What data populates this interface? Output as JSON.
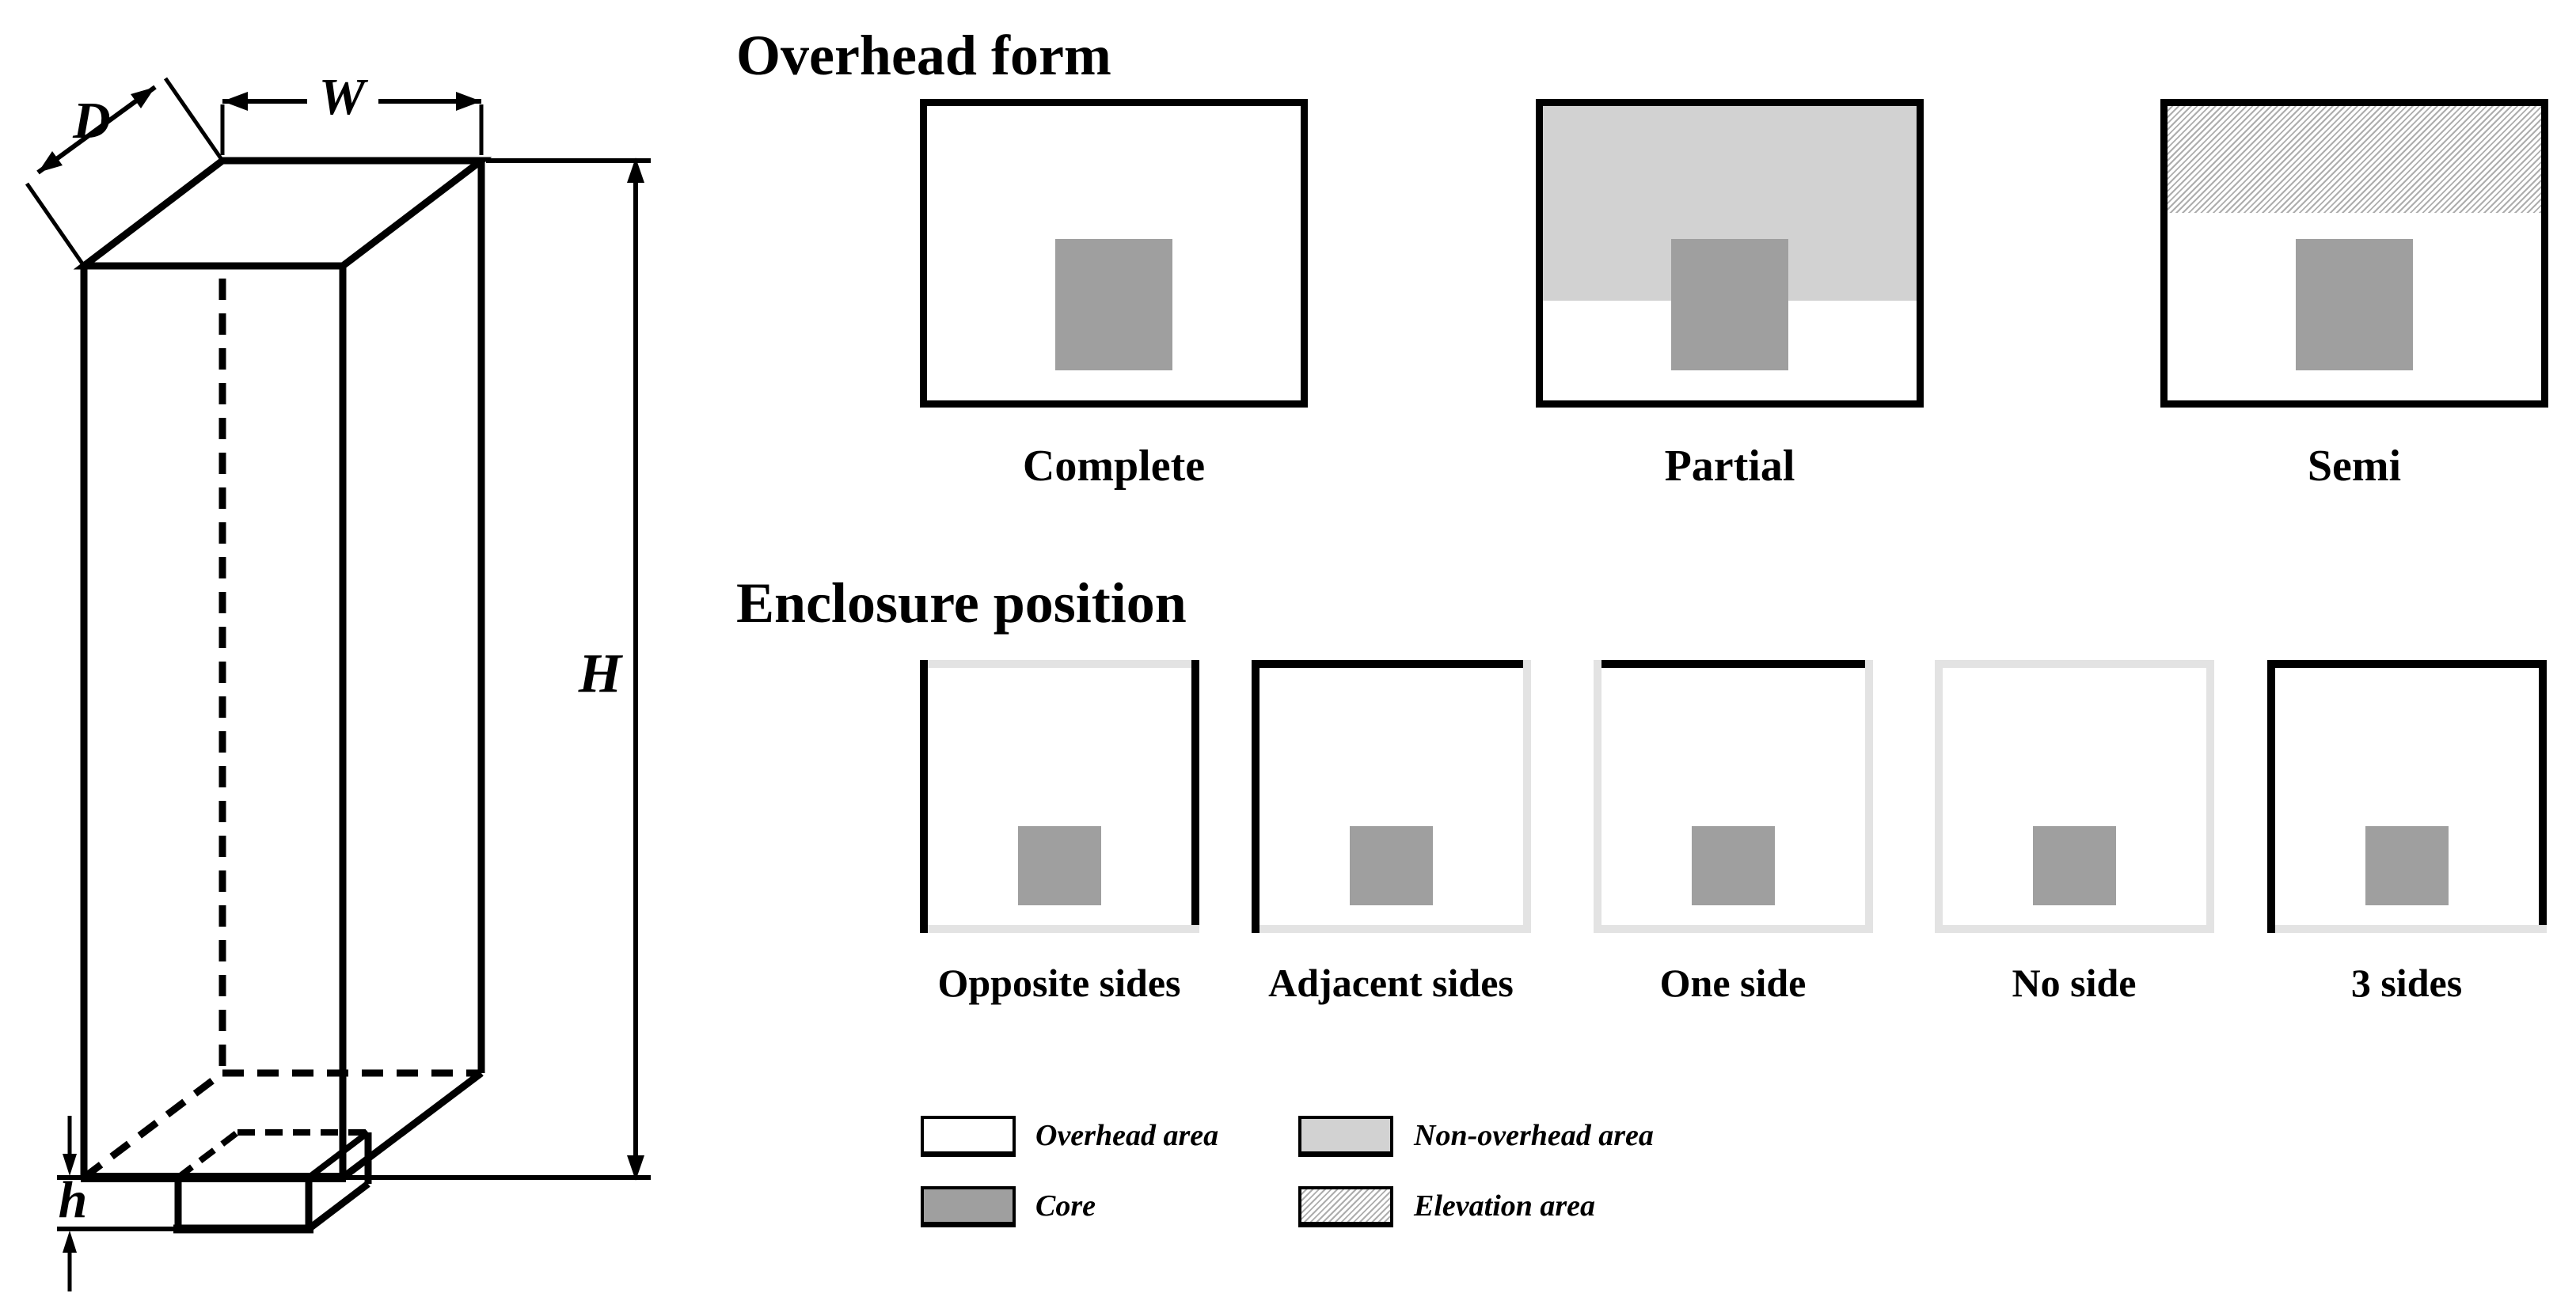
{
  "figure": {
    "type": "building-massing-diagram",
    "background": "#ffffff"
  },
  "wireframe": {
    "description": "3D wireframe of a tall rectangular tower on a low podium with dimension arrows",
    "labels": {
      "depth": "D",
      "width": "W",
      "height": "H",
      "podium_height": "h"
    }
  },
  "overhead_form": {
    "title": "Overhead form",
    "items": [
      {
        "label": "Complete",
        "regions": [
          "overhead-area",
          "core"
        ]
      },
      {
        "label": "Partial",
        "regions": [
          "overhead-area",
          "non-overhead-area",
          "core"
        ],
        "non_overhead_height_fraction": 0.66
      },
      {
        "label": "Semi",
        "regions": [
          "overhead-area",
          "elevation-area",
          "core"
        ],
        "elevation_height_fraction": 0.36
      }
    ]
  },
  "enclosure_position": {
    "title": "Enclosure position",
    "items": [
      {
        "label": "Opposite sides",
        "closed_sides": [
          "left",
          "right"
        ]
      },
      {
        "label": "Adjacent sides",
        "closed_sides": [
          "top",
          "left"
        ]
      },
      {
        "label": "One side",
        "closed_sides": [
          "top"
        ]
      },
      {
        "label": "No side",
        "closed_sides": []
      },
      {
        "label": "3 sides",
        "closed_sides": [
          "top",
          "left",
          "right"
        ]
      }
    ]
  },
  "legend": {
    "items": [
      {
        "label": "Overhead area",
        "swatch": "white"
      },
      {
        "label": "Non-overhead area",
        "swatch": "light-gray"
      },
      {
        "label": "Core",
        "swatch": "gray"
      },
      {
        "label": "Elevation area",
        "swatch": "hatched"
      }
    ]
  },
  "colors": {
    "line": "#000000",
    "core": "#9f9f9f",
    "non_overhead_area": "#d2d2d2",
    "open_side_border": "#e3e3e3",
    "hatch_stroke": "#adadad"
  }
}
